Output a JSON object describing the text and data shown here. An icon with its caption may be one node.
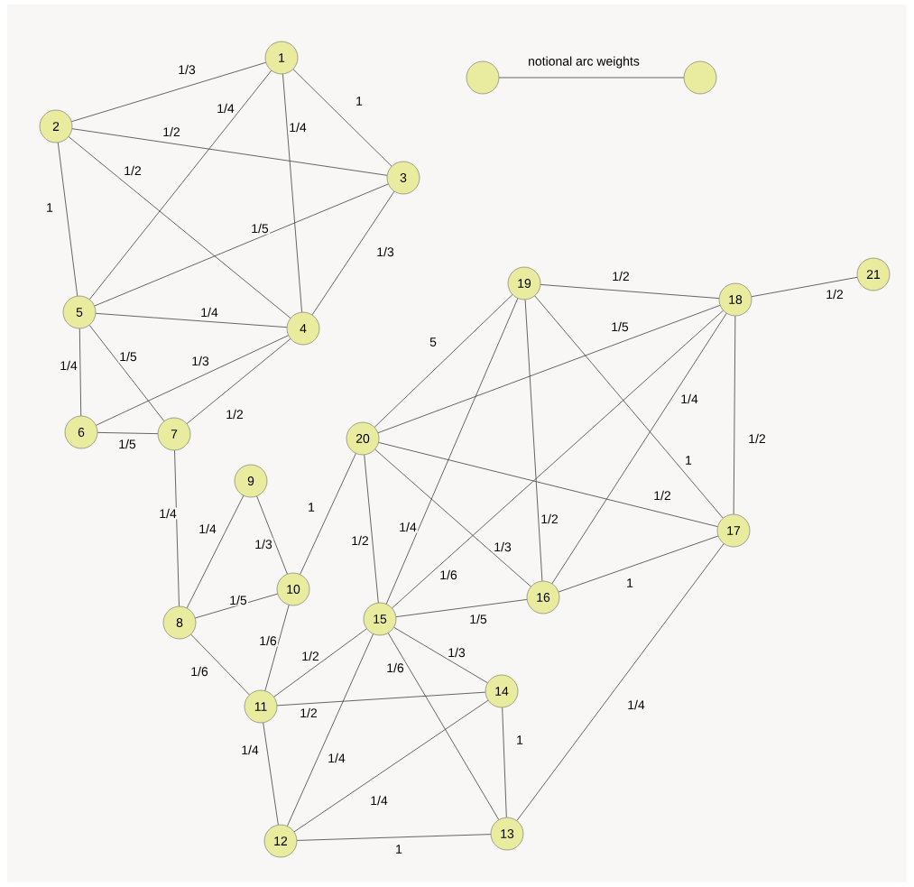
{
  "diagram": {
    "nodes": [
      {
        "text": [
          "1"
        ]
      },
      {
        "text": [
          "2"
        ]
      },
      {
        "text": [
          "3"
        ]
      },
      {
        "text": [
          "4"
        ]
      },
      {
        "text": [
          "5"
        ]
      },
      {
        "text": [
          "6"
        ]
      },
      {
        "text": [
          "7"
        ]
      },
      {
        "text": [
          "8"
        ]
      },
      {
        "text": [
          "9"
        ]
      },
      {
        "text": [
          "10"
        ]
      },
      {
        "text": [
          "11"
        ]
      },
      {
        "text": [
          "12"
        ]
      },
      {
        "text": [
          "13"
        ]
      },
      {
        "text": [
          "14"
        ]
      },
      {
        "text": [
          "15"
        ]
      },
      {
        "text": [
          "16"
        ]
      },
      {
        "text": [
          "17"
        ]
      },
      {
        "text": [
          "18"
        ]
      },
      {
        "text": [
          "19"
        ]
      },
      {
        "text": [
          "20"
        ]
      },
      {
        "text": [
          "21"
        ]
      },
      {
        "text": [],
        "shape": "circle"
      },
      {
        "text": [],
        "shape": "circle"
      }
    ],
    "edges": [
      {
        "from": 0,
        "to": 1,
        "arrow": "none",
        "label": "1/3"
      },
      {
        "from": 0,
        "to": 4,
        "arrow": "none",
        "label": "1/4"
      },
      {
        "from": 0,
        "to": 3,
        "arrow": "none",
        "label": "1/4"
      },
      {
        "from": 0,
        "to": 2,
        "arrow": "none",
        "label": "1"
      },
      {
        "from": 1,
        "to": 2,
        "arrow": "none",
        "label": "1/2"
      },
      {
        "from": 1,
        "to": 3,
        "arrow": "none",
        "label": "1/2"
      },
      {
        "from": 1,
        "to": 4,
        "arrow": "none",
        "label": "1"
      },
      {
        "from": 2,
        "to": 4,
        "arrow": "none",
        "label": "1/5"
      },
      {
        "from": 2,
        "to": 3,
        "arrow": "none",
        "label": "1/3"
      },
      {
        "from": 4,
        "to": 3,
        "arrow": "none",
        "label": "1/4"
      },
      {
        "from": 4,
        "to": 5,
        "arrow": "none",
        "label": "1/4"
      },
      {
        "from": 4,
        "to": 6,
        "arrow": "none",
        "label": "1/5"
      },
      {
        "from": 3,
        "to": 5,
        "arrow": "none",
        "label": "1/3"
      },
      {
        "from": 3,
        "to": 6,
        "arrow": "none",
        "label": "1/2"
      },
      {
        "from": 5,
        "to": 6,
        "arrow": "none",
        "label": "1/5"
      },
      {
        "from": 6,
        "to": 7,
        "arrow": "none",
        "label": "1/4"
      },
      {
        "from": 7,
        "to": 8,
        "arrow": "none",
        "label": "1/4"
      },
      {
        "from": 8,
        "to": 9,
        "arrow": "none",
        "label": "1/3"
      },
      {
        "from": 7,
        "to": 9,
        "arrow": "none",
        "label": "1/5"
      },
      {
        "from": 9,
        "to": 19,
        "arrow": "none",
        "label": "1"
      },
      {
        "from": 9,
        "to": 10,
        "arrow": "none",
        "label": "1/6"
      },
      {
        "from": 7,
        "to": 10,
        "arrow": "none",
        "label": "1/6"
      },
      {
        "from": 10,
        "to": 14,
        "arrow": "none",
        "label": "1/2"
      },
      {
        "from": 10,
        "to": 13,
        "arrow": "none",
        "label": "1/2"
      },
      {
        "from": 10,
        "to": 11,
        "arrow": "none",
        "label": "1/4"
      },
      {
        "from": 11,
        "to": 14,
        "arrow": "none",
        "label": "1/4"
      },
      {
        "from": 11,
        "to": 13,
        "arrow": "none",
        "label": "1/4"
      },
      {
        "from": 11,
        "to": 12,
        "arrow": "none",
        "label": "1"
      },
      {
        "from": 14,
        "to": 12,
        "arrow": "none",
        "label": "1/6"
      },
      {
        "from": 14,
        "to": 13,
        "arrow": "none",
        "label": "1/3"
      },
      {
        "from": 13,
        "to": 12,
        "arrow": "none",
        "label": "1"
      },
      {
        "from": 12,
        "to": 16,
        "arrow": "none",
        "label": "1/4"
      },
      {
        "from": 19,
        "to": 14,
        "arrow": "none",
        "label": "1/2"
      },
      {
        "from": 18,
        "to": 14,
        "arrow": "none",
        "label": "1/4"
      },
      {
        "from": 17,
        "to": 14,
        "arrow": "none",
        "label": "1/6"
      },
      {
        "from": 14,
        "to": 15,
        "arrow": "none",
        "label": "1/5"
      },
      {
        "from": 19,
        "to": 15,
        "arrow": "none",
        "label": "1/3"
      },
      {
        "from": 18,
        "to": 15,
        "arrow": "none",
        "label": "1/2"
      },
      {
        "from": 17,
        "to": 15,
        "arrow": "none",
        "label": "1/4"
      },
      {
        "from": 15,
        "to": 16,
        "arrow": "none",
        "label": "1"
      },
      {
        "from": 19,
        "to": 16,
        "arrow": "none",
        "label": "1/2"
      },
      {
        "from": 18,
        "to": 16,
        "arrow": "none",
        "label": "1"
      },
      {
        "from": 17,
        "to": 16,
        "arrow": "none",
        "label": "1/2"
      },
      {
        "from": 19,
        "to": 17,
        "arrow": "none",
        "label": "1/5"
      },
      {
        "from": 19,
        "to": 18,
        "arrow": "none",
        "label": "5"
      },
      {
        "from": 18,
        "to": 17,
        "arrow": "none",
        "label": "1/2"
      },
      {
        "from": 17,
        "to": 20,
        "arrow": "none",
        "label": "1/2"
      },
      {
        "from": 21,
        "to": 22,
        "arrow": "none",
        "label": "notional arc weights"
      }
    ]
  }
}
